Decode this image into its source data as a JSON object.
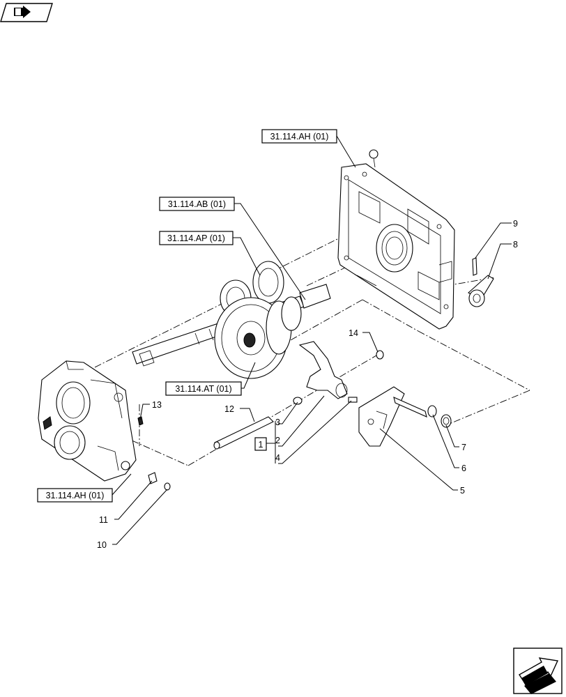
{
  "references": {
    "housing_top": "31.114.AH (01)",
    "shaft_ab": "31.114.AB (01)",
    "gear_ap": "31.114.AP (01)",
    "gear_at": "31.114.AT (01)",
    "housing_bottom": "31.114.AH (01)"
  },
  "callouts": {
    "n1": "1",
    "n2": "2",
    "n3": "3",
    "n4": "4",
    "n5": "5",
    "n6": "6",
    "n7": "7",
    "n8": "8",
    "n9": "9",
    "n10": "10",
    "n11": "11",
    "n12": "12",
    "n13": "13",
    "n14": "14"
  },
  "icons": {
    "top_left": "book-arrow-icon",
    "bottom_right": "navigation-arrow-icon"
  }
}
